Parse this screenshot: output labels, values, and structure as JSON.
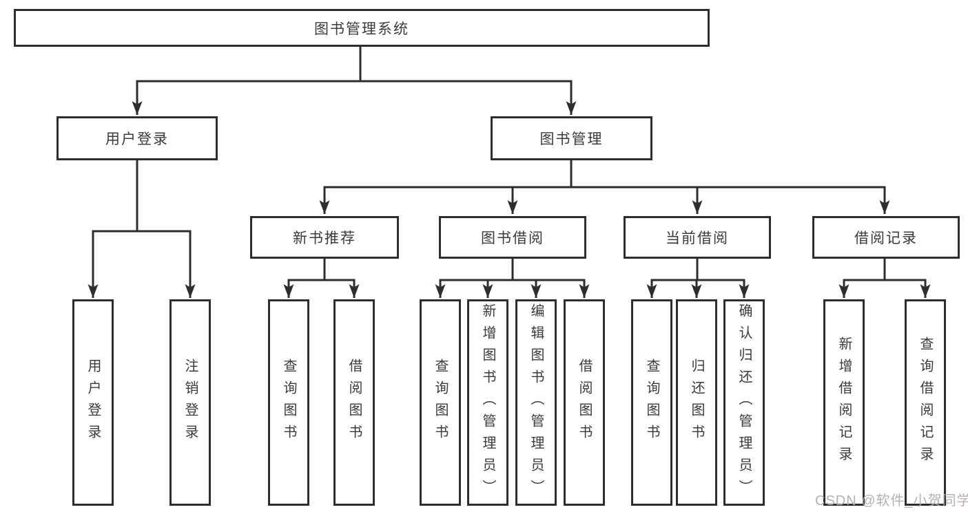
{
  "diagram": {
    "root": {
      "label": "图书管理系统"
    },
    "branches": [
      {
        "label": "用户登录",
        "children": [
          {
            "label": "用户登录"
          },
          {
            "label": "注销登录"
          }
        ]
      },
      {
        "label": "图书管理",
        "children": [
          {
            "label": "新书推荐",
            "children": [
              {
                "label": "查询图书"
              },
              {
                "label": "借阅图书"
              }
            ]
          },
          {
            "label": "图书借阅",
            "children": [
              {
                "label": "查询图书"
              },
              {
                "label": "新增图书（管理员）"
              },
              {
                "label": "编辑图书（管理员）"
              },
              {
                "label": "借阅图书"
              }
            ]
          },
          {
            "label": "当前借阅",
            "children": [
              {
                "label": "查询图书"
              },
              {
                "label": "归还图书"
              },
              {
                "label": "确认归还（管理员）"
              }
            ]
          },
          {
            "label": "借阅记录",
            "children": [
              {
                "label": "新增借阅记录"
              },
              {
                "label": "查询借阅记录"
              }
            ]
          }
        ]
      }
    ]
  },
  "watermark": {
    "text": "CSDN @软件_小贺同学"
  },
  "colors": {
    "line": "#2d2d2d",
    "text": "#3a3a3a",
    "watermark": "#b2acac",
    "background": "#ffffff"
  }
}
